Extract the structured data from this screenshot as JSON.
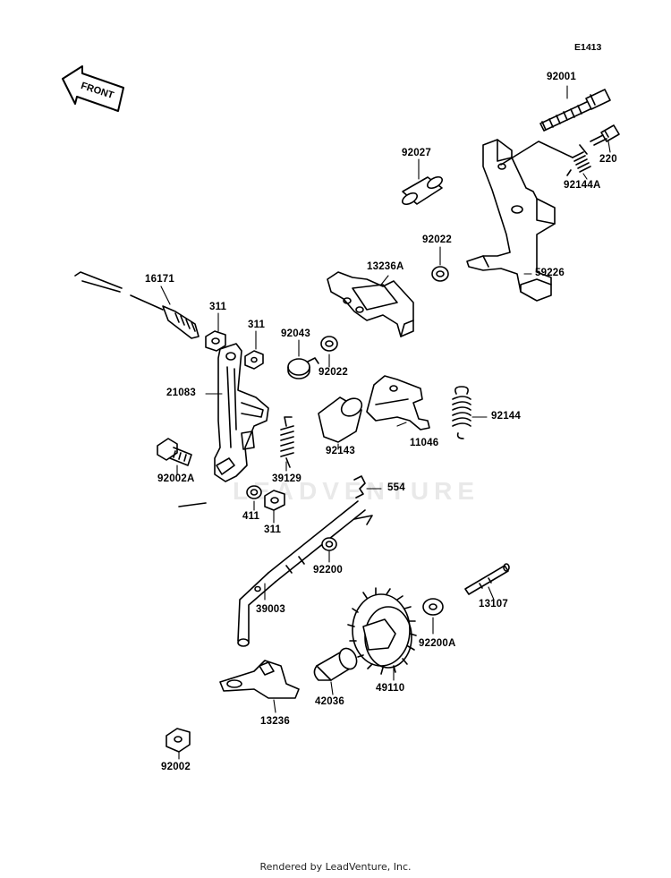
{
  "diagram": {
    "code": "E1413",
    "watermark": "LEADVENTURE",
    "front_arrow_label": "FRONT",
    "footer": "Rendered by LeadVenture, Inc."
  },
  "parts": [
    {
      "id": "p-92001",
      "label": "92001"
    },
    {
      "id": "p-220",
      "label": "220"
    },
    {
      "id": "p-92144A",
      "label": "92144A"
    },
    {
      "id": "p-92027",
      "label": "92027"
    },
    {
      "id": "p-92022a",
      "label": "92022"
    },
    {
      "id": "p-59226",
      "label": "59226"
    },
    {
      "id": "p-13236A",
      "label": "13236A"
    },
    {
      "id": "p-16171",
      "label": "16171"
    },
    {
      "id": "p-311a",
      "label": "311"
    },
    {
      "id": "p-311b",
      "label": "311"
    },
    {
      "id": "p-92043",
      "label": "92043"
    },
    {
      "id": "p-92022b",
      "label": "92022"
    },
    {
      "id": "p-21083",
      "label": "21083"
    },
    {
      "id": "p-92144",
      "label": "92144"
    },
    {
      "id": "p-11046",
      "label": "11046"
    },
    {
      "id": "p-92143",
      "label": "92143"
    },
    {
      "id": "p-39129",
      "label": "39129"
    },
    {
      "id": "p-92002A",
      "label": "92002A"
    },
    {
      "id": "p-554",
      "label": "554"
    },
    {
      "id": "p-411",
      "label": "411"
    },
    {
      "id": "p-311c",
      "label": "311"
    },
    {
      "id": "p-92200",
      "label": "92200"
    },
    {
      "id": "p-13107",
      "label": "13107"
    },
    {
      "id": "p-39003",
      "label": "39003"
    },
    {
      "id": "p-92200A",
      "label": "92200A"
    },
    {
      "id": "p-49110",
      "label": "49110"
    },
    {
      "id": "p-42036",
      "label": "42036"
    },
    {
      "id": "p-13236",
      "label": "13236"
    },
    {
      "id": "p-92002",
      "label": "92002"
    }
  ]
}
